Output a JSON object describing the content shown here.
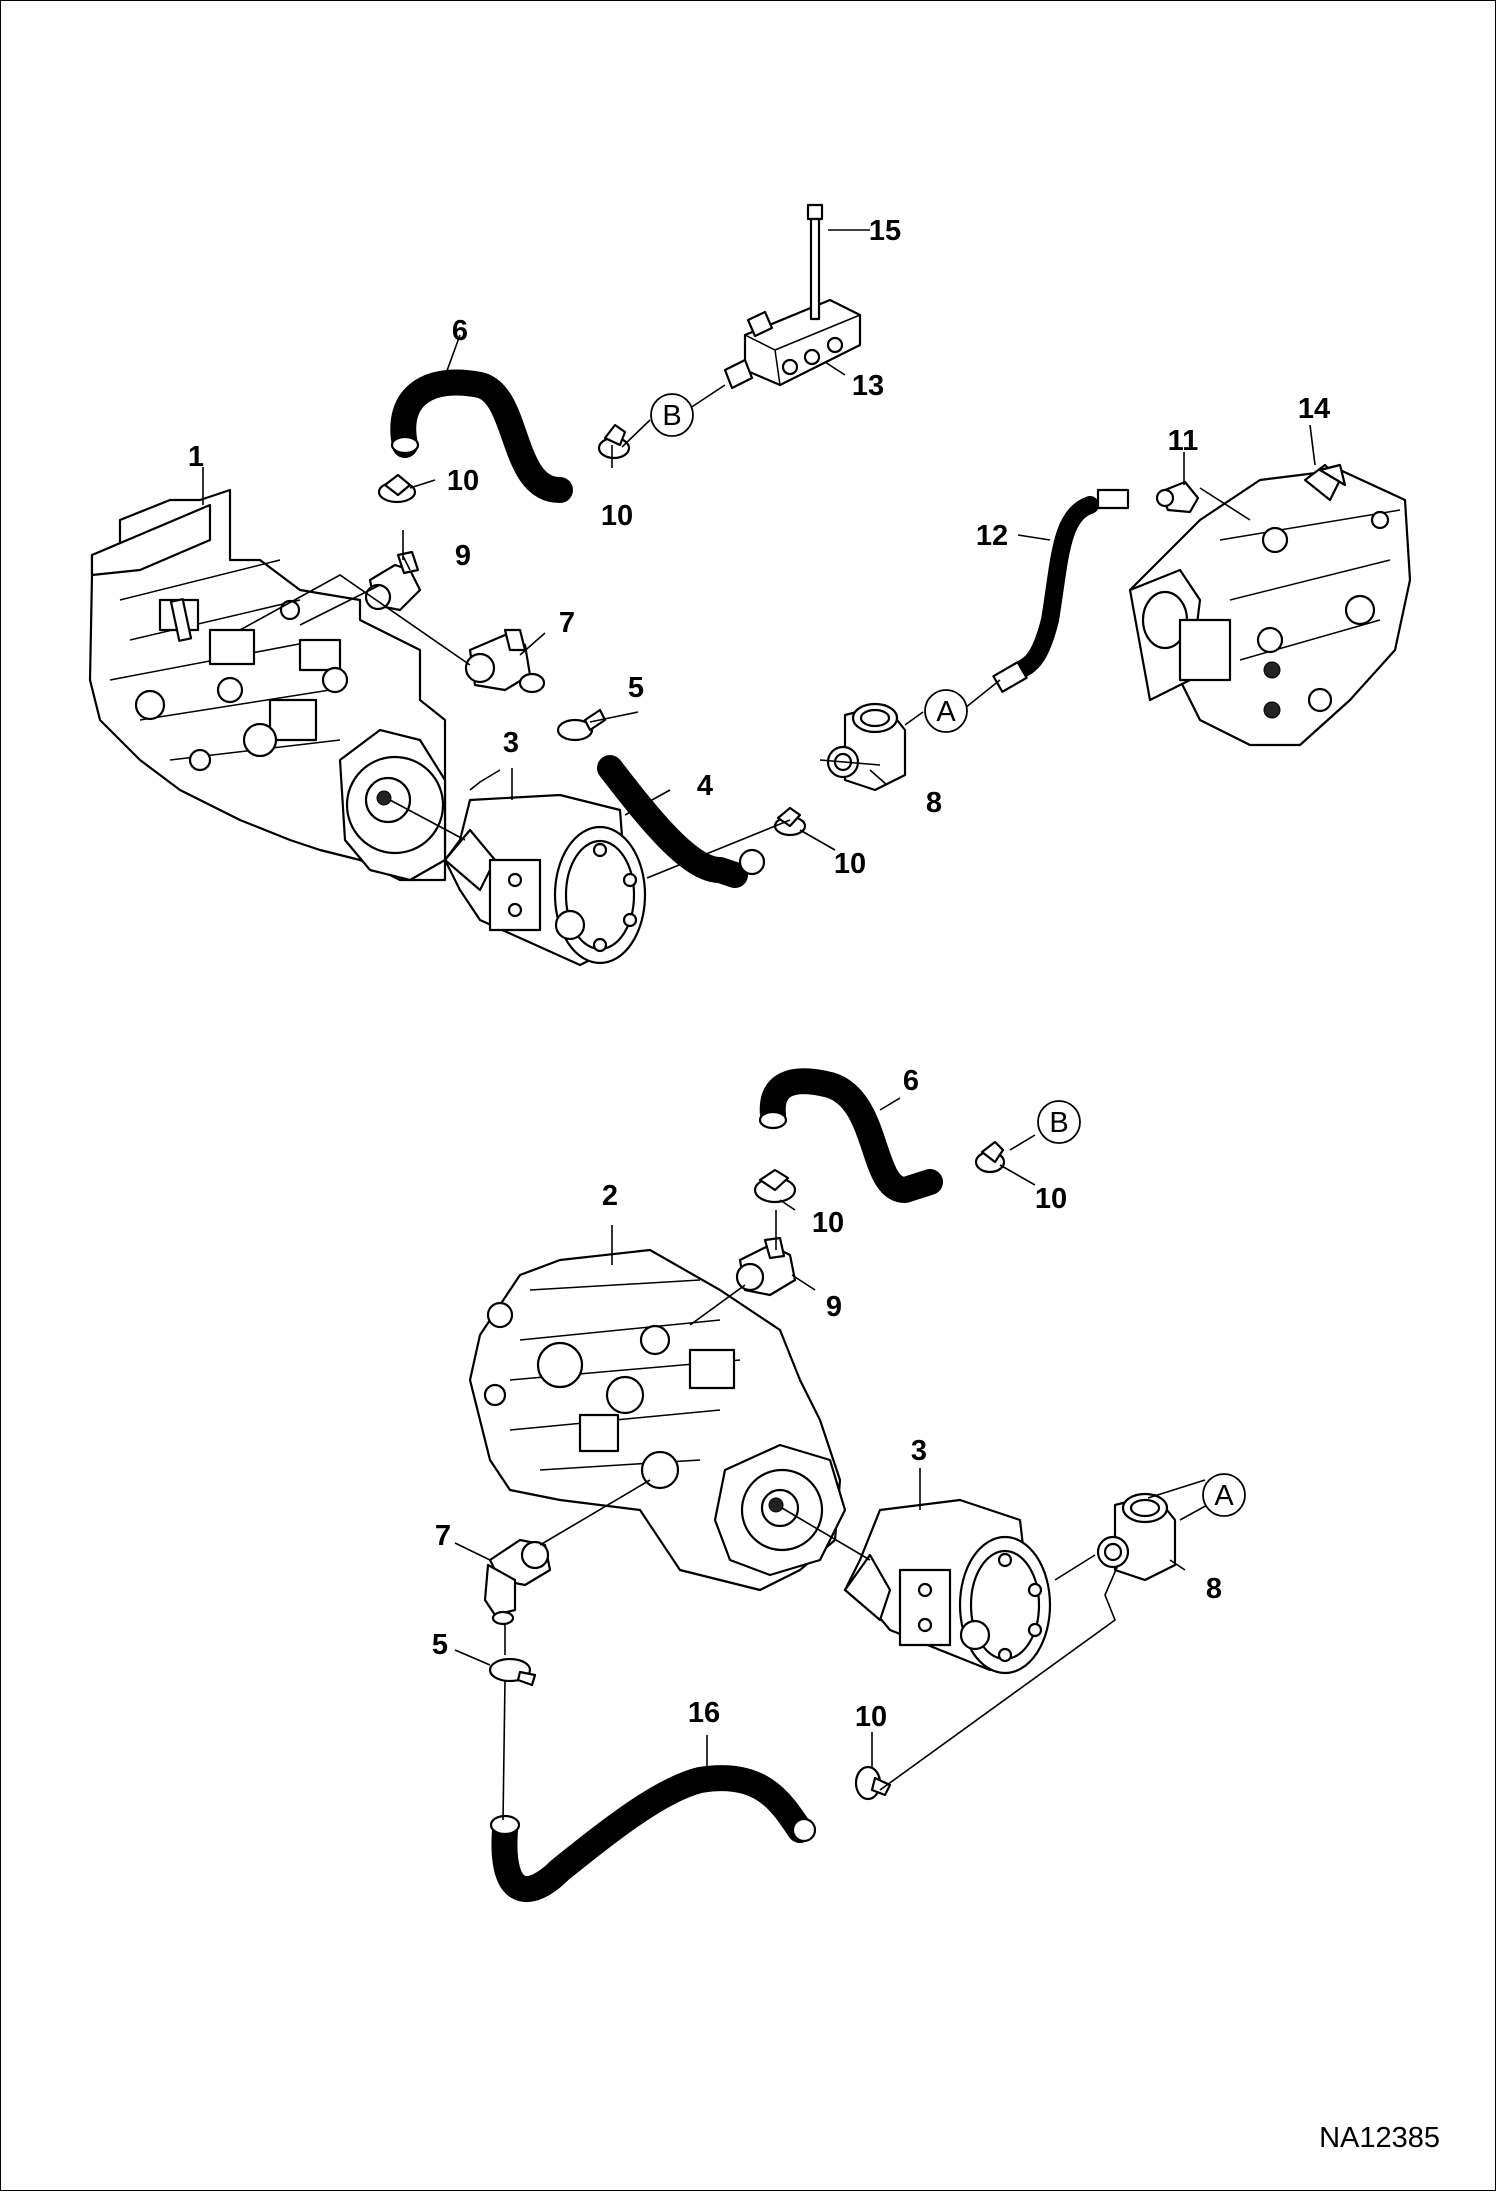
{
  "drawing_id": "NA12385",
  "callouts": {
    "c1": "1",
    "c2": "2",
    "c3a": "3",
    "c3b": "3",
    "c4": "4",
    "c5a": "5",
    "c5b": "5",
    "c6a": "6",
    "c6b": "6",
    "c7a": "7",
    "c7b": "7",
    "c8a": "8",
    "c8b": "8",
    "c9a": "9",
    "c9b": "9",
    "c10a": "10",
    "c10b": "10",
    "c10c": "10",
    "c10d": "10",
    "c10e": "10",
    "c10f": "10",
    "c11": "11",
    "c12": "12",
    "c13": "13",
    "c14": "14",
    "c15": "15",
    "c16": "16"
  },
  "connectors": {
    "A_top": "A",
    "B_top": "B",
    "A_bottom": "A",
    "B_bottom": "B"
  },
  "icons": [
    "hydrostatic-pump-icon",
    "gear-pump-icon",
    "hose-icon",
    "hose-clamp-icon",
    "elbow-fitting-icon",
    "fitting-icon",
    "manifold-block-icon",
    "bolt-icon",
    "control-valve-icon"
  ]
}
